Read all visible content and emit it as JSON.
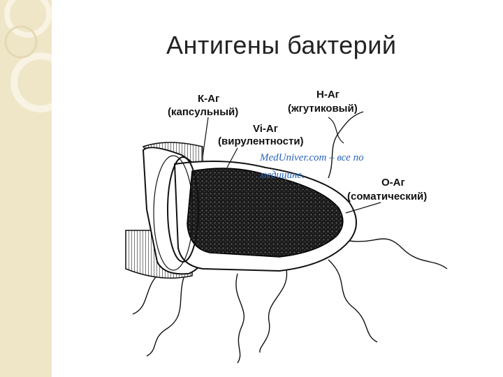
{
  "slide": {
    "title": "Антигены бактерий"
  },
  "diagram": {
    "labels": {
      "k_ag": "К-Аг",
      "k_ag_desc": "(капсульный)",
      "h_ag": "Н-Аг",
      "h_ag_desc": "(жгутиковый)",
      "vi_ag": "Vi-Аг",
      "vi_ag_desc": "(вирулентности)",
      "o_ag": "О-Аг",
      "o_ag_desc": "(соматический)"
    },
    "watermark": {
      "line1": "MedUniver.com – все по",
      "line2": "медицине."
    }
  },
  "colors": {
    "side_band": "#efe6c8",
    "watermark": "#2a64b8",
    "title": "#222222"
  }
}
